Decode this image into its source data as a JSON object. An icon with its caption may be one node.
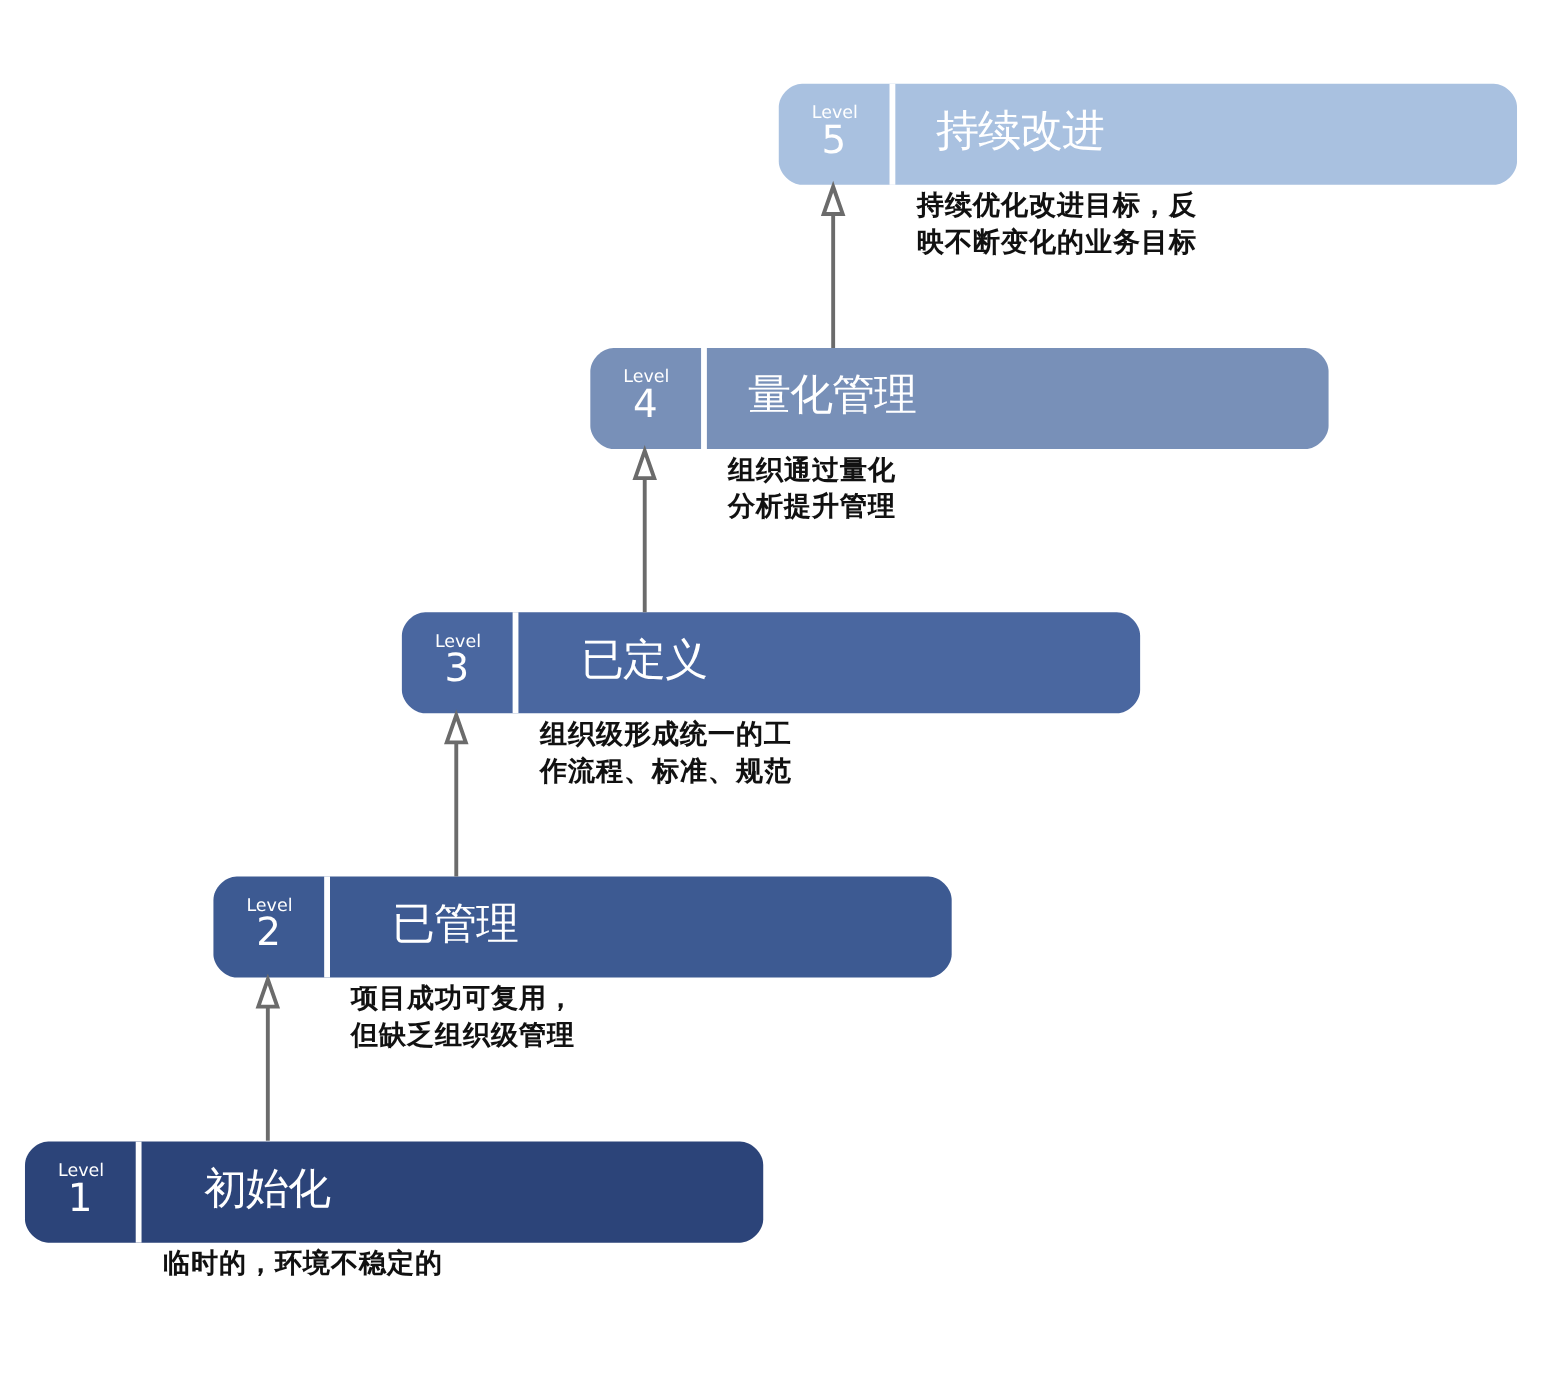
{
  "diagram": {
    "nodes": [
      {
        "text": [
          "Level",
          "5",
          "持续改进"
        ],
        "beside": [
          "持续优化改进目标，反映不断变化的业务目标"
        ]
      },
      {
        "text": [
          "Level",
          "4",
          "量化管理"
        ],
        "beside": [
          "组织通过量化分析提升管理"
        ]
      },
      {
        "text": [
          "Level",
          "3",
          "已定义"
        ],
        "beside": [
          "组织级形成统一的工作流程、标准、规范"
        ]
      },
      {
        "text": [
          "Level",
          "2",
          "已管理"
        ],
        "beside": [
          "项目成功可复用，但缺乏组织级管理"
        ]
      },
      {
        "text": [
          "Level",
          "1",
          "初始化"
        ],
        "beside": [
          "临时的，环境不稳定的"
        ]
      }
    ],
    "edges": [
      {
        "from": 4,
        "to": 3,
        "arrow": "to"
      },
      {
        "from": 3,
        "to": 2,
        "arrow": "to"
      },
      {
        "from": 2,
        "to": 1,
        "arrow": "to"
      },
      {
        "from": 1,
        "to": 0,
        "arrow": "to"
      }
    ]
  }
}
